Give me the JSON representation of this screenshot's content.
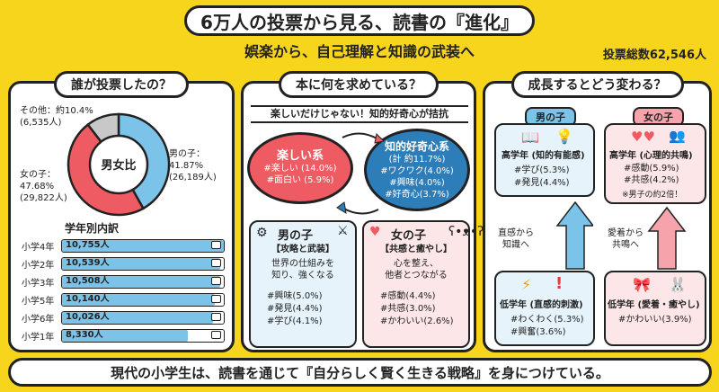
{
  "header": {
    "title": "6万人の投票から見る、読書の『進化』",
    "subtitle": "娯楽から、自己理解と知識の武装へ",
    "total": "投票総数62,546人"
  },
  "panel_left": {
    "title": "誰が投票したの？",
    "center_label": "男女比",
    "other_label": "その他：約10.4%",
    "other_count": "(6,535人)",
    "boy_label": "男の子：",
    "boy_pct": "41.87%",
    "boy_count": "(26,189人)",
    "girl_label": "女の子：",
    "girl_pct": "47.68%",
    "girl_count": "(29,822人)",
    "grade_title": "学年別内訳",
    "grades": [
      {
        "label": "小学4年",
        "value": "10,755人",
        "n": 10755
      },
      {
        "label": "小学2年",
        "value": "10,539人",
        "n": 10539
      },
      {
        "label": "小学3年",
        "value": "10,508人",
        "n": 10508
      },
      {
        "label": "小学5年",
        "value": "10,140人",
        "n": 10140
      },
      {
        "label": "小学6年",
        "value": "10,026人",
        "n": 10026
      },
      {
        "label": "小学1年",
        "value": "8,330人",
        "n": 8330
      }
    ]
  },
  "panel_mid": {
    "title": "本に何を求めている？",
    "banner": "楽しいだけじゃない！知的好奇心が拮抗",
    "fun": {
      "title": "楽しい系",
      "l1": "#楽しい (14.0%)",
      "l2": "#面白い (5.9%)"
    },
    "curious": {
      "title": "知的好奇心系",
      "sub": "(計 約11.7%)",
      "l1": "#ワクワク(4.0%)",
      "l2": "#興味(4.0%)",
      "l3": "#好奇心(3.7%)"
    },
    "boy": {
      "title": "男の子",
      "sub": "【攻略と武装】",
      "d1": "世界の仕組みを",
      "d2": "知り、強くなる",
      "t1": "#興味(5.0%)",
      "t2": "#発見(4.4%)",
      "t3": "#学び(4.1%)"
    },
    "girl": {
      "title": "女の子",
      "sub": "【共感と癒やし】",
      "d1": "心を整え、",
      "d2": "他者とつながる",
      "t1": "#感動(4.4%)",
      "t2": "#共感(3.0%)",
      "t3": "#かわいい(2.6%)"
    }
  },
  "panel_right": {
    "title": "成長するとどう変わる？",
    "boy_tag": "男の子",
    "girl_tag": "女の子",
    "boy_high": {
      "title": "高学年 (知的有能感)",
      "t1": "#学び(5.3%)",
      "t2": "#発見(4.4%)"
    },
    "girl_high": {
      "title": "高学年 (心理的共鳴)",
      "t1": "#感動(5.9%)",
      "t2": "#共感(4.2%)",
      "note": "※男子の約2倍！"
    },
    "boy_arrow": {
      "l1": "直感から",
      "l2": "知識へ"
    },
    "girl_arrow": {
      "l1": "愛着から",
      "l2": "共鳴へ"
    },
    "boy_low": {
      "title": "低学年 (直感的刺激)",
      "t1": "#わくわく(5.3%)",
      "t2": "#興奮(3.6%)"
    },
    "girl_low": {
      "title": "低学年 (愛着・癒やし)",
      "t1": "#かわいい(3.9%)"
    }
  },
  "footer": "現代の小学生は、読書を通じて『自分らしく賢く生きる戦略』を身につけている。",
  "colors": {
    "background": "#f7d51d",
    "boy": "#7cc3ea",
    "girl": "#ef5b63",
    "other": "#c8c8c8",
    "curious": "#2d7db8"
  }
}
